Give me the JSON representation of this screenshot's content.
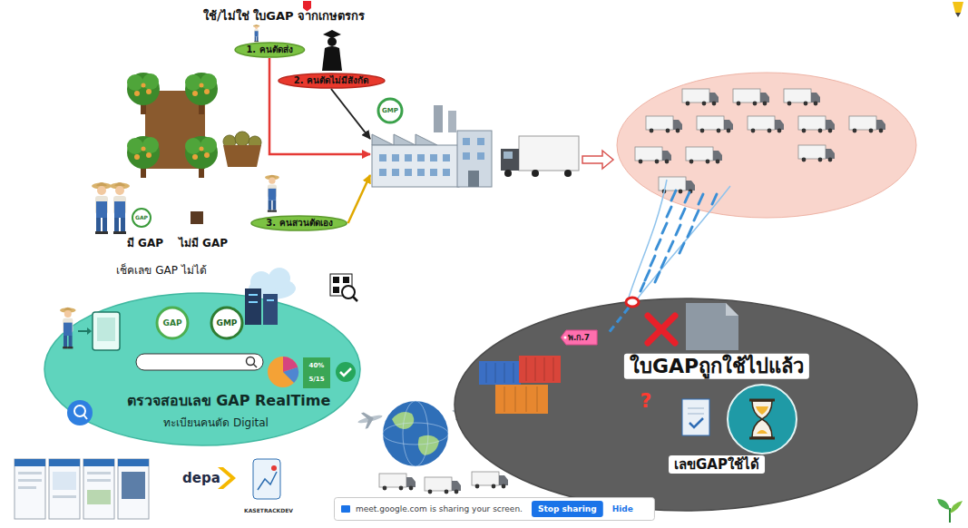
{
  "diagram": {
    "title": "ใช้/ไม่ใช่ ใบGAP จากเกษตรกร",
    "nodes": [
      {
        "text": [
          "1. คนตัดส่ง"
        ]
      },
      {
        "text": [
          "2. คนตัดไม่มีสังกัด"
        ]
      },
      {
        "text": [
          "GMP"
        ]
      },
      {
        "text": [
          "3. คนสวนตัดเอง"
        ]
      },
      {
        "text": [
          "ตรวจสอบเลข GAP RealTime",
          "ทะเบียนคนตัด Digital"
        ]
      },
      {
        "text": [
          "ใบGAPถูกใช้ไปแล้ว",
          "?",
          "เลขGAPใช้ได้"
        ]
      },
      {
        "text": [
          "พ.ก.7"
        ],
        "in": 5
      },
      {
        "text": [
          "meet.google.com is sharing your screen.",
          "Hide"
        ]
      },
      {
        "text": [
          "Stop sharing"
        ],
        "in": 7
      }
    ],
    "edges": [
      {
        "from": 0,
        "to": 2,
        "arrow": "to"
      },
      {
        "from": 1,
        "to": 2,
        "arrow": "to"
      },
      {
        "from": 3,
        "to": 2,
        "arrow": "to"
      }
    ],
    "labels": [
      "GAP",
      "มี GAP",
      "ไม่มี GAP",
      "เช็คเลข GAP ไม่ได้",
      "GAP",
      "GMP",
      "40%",
      "5/15",
      "depa",
      "KASETRACKDEV"
    ]
  }
}
